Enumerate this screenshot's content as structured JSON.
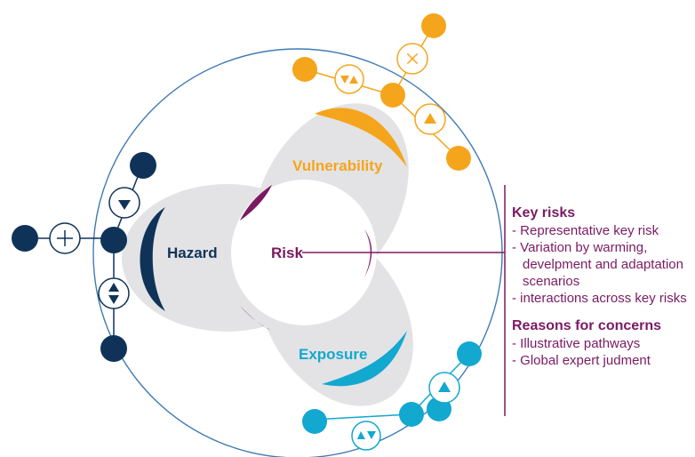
{
  "diagram": {
    "center_label": "Risk",
    "petals": {
      "hazard": "Hazard",
      "vulnerability": "Vulnerability",
      "exposure": "Exposure"
    }
  },
  "colors": {
    "hazard": "#0f3358",
    "vulnerability": "#f4a51c",
    "exposure": "#12a8d0",
    "risk": "#7b1a62",
    "petal_fill": "#e3e3e5",
    "ring": "#3f7bb5"
  },
  "icons": {
    "hazard": [
      "plus-circle-icon",
      "triangle-down-icon",
      "triangle-up-down-icon"
    ],
    "vulnerability": [
      "triangle-down-up-icon",
      "plus-circle-icon",
      "triangle-up-icon"
    ],
    "exposure": [
      "triangle-up-icon",
      "triangle-up-down-icon"
    ]
  },
  "panel": {
    "key_risks": {
      "title": "Key risks",
      "items": [
        "Representative key risk",
        "Variation by warming, develpment and adaptation scenarios",
        "interactions across key risks"
      ]
    },
    "reasons": {
      "title": "Reasons for concerns",
      "items": [
        "Illustrative pathways",
        "Global expert judment"
      ]
    }
  }
}
